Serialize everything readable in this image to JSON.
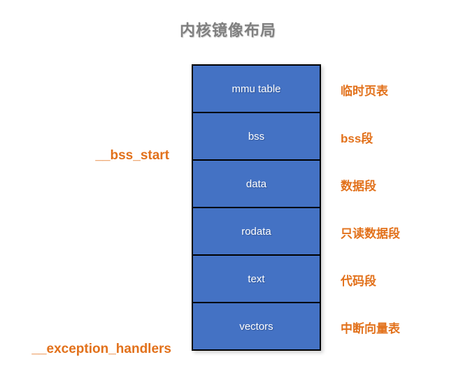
{
  "title": "内核镜像布局",
  "colors": {
    "block_fill": "#4472C4",
    "block_border": "#000000",
    "block_text": "#FFFFFF",
    "annotation": "#E2711B",
    "title": "#808080",
    "background": "#FFFFFF"
  },
  "diagram": {
    "type": "memory-layout-stack",
    "orientation": "vertical-high-address-on-top",
    "blocks": [
      {
        "label": "mmu table",
        "note": "临时页表"
      },
      {
        "label": "bss",
        "note": "bss段"
      },
      {
        "label": "data",
        "note": "数据段"
      },
      {
        "label": "rodata",
        "note": "只读数据段"
      },
      {
        "label": "text",
        "note": "代码段"
      },
      {
        "label": "vectors",
        "note": "中断向量表"
      }
    ],
    "boundary_markers": [
      {
        "label": "__bss_start",
        "position": "between-bss-and-data"
      },
      {
        "label": "__exception_handlers",
        "position": "bottom-of-vectors"
      }
    ]
  }
}
